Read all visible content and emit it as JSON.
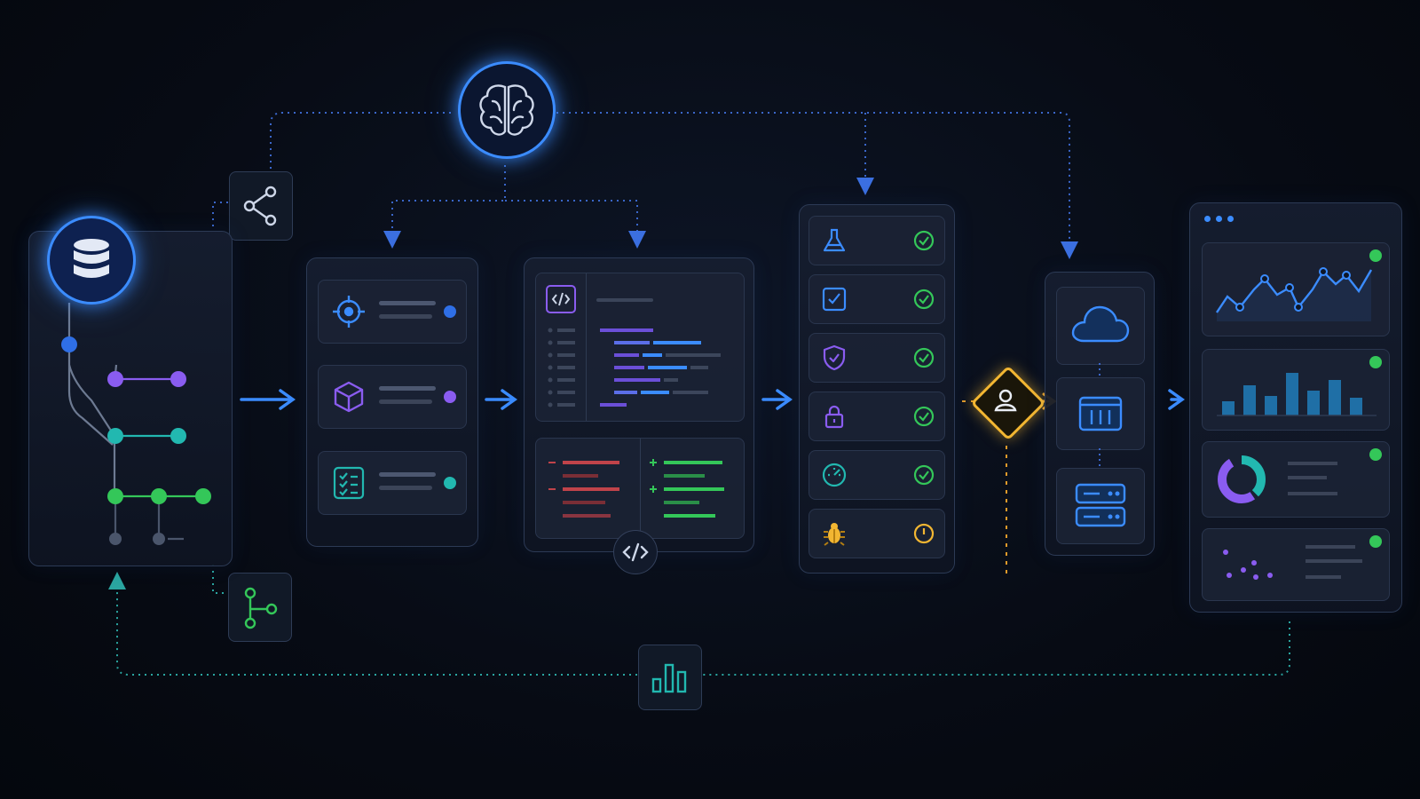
{
  "colors": {
    "accent_blue": "#3b8cff",
    "purple": "#8a5cf0",
    "teal": "#22b8b0",
    "green": "#34c759",
    "amber": "#f2b632",
    "red": "#c0434a",
    "background": "#070b14"
  },
  "icons": {
    "brain": "brain-icon",
    "database": "database-icon",
    "share": "share-icon",
    "branch": "git-branch-icon",
    "target": "target-icon",
    "cube": "cube-icon",
    "checklist": "checklist-icon",
    "code": "code-icon",
    "flask": "flask-icon",
    "checkbox": "checkbox-icon",
    "shield": "shield-icon",
    "lock": "lock-icon",
    "gauge": "gauge-icon",
    "bug": "bug-icon",
    "user": "user-icon",
    "cloud": "cloud-icon",
    "container": "container-icon",
    "server": "server-icon",
    "analytics": "bar-chart-icon"
  },
  "checks": [
    {
      "icon": "flask-icon",
      "status": "passed"
    },
    {
      "icon": "checkbox-icon",
      "status": "passed"
    },
    {
      "icon": "shield-icon",
      "status": "passed"
    },
    {
      "icon": "lock-icon",
      "status": "passed"
    },
    {
      "icon": "gauge-icon",
      "status": "passed"
    },
    {
      "icon": "bug-icon",
      "status": "pending"
    }
  ],
  "dashboard_widgets": [
    {
      "type": "line-chart",
      "status": "ok"
    },
    {
      "type": "bar-chart",
      "status": "ok"
    },
    {
      "type": "donut-chart",
      "status": "ok"
    },
    {
      "type": "scatter-plot",
      "status": "ok"
    }
  ]
}
